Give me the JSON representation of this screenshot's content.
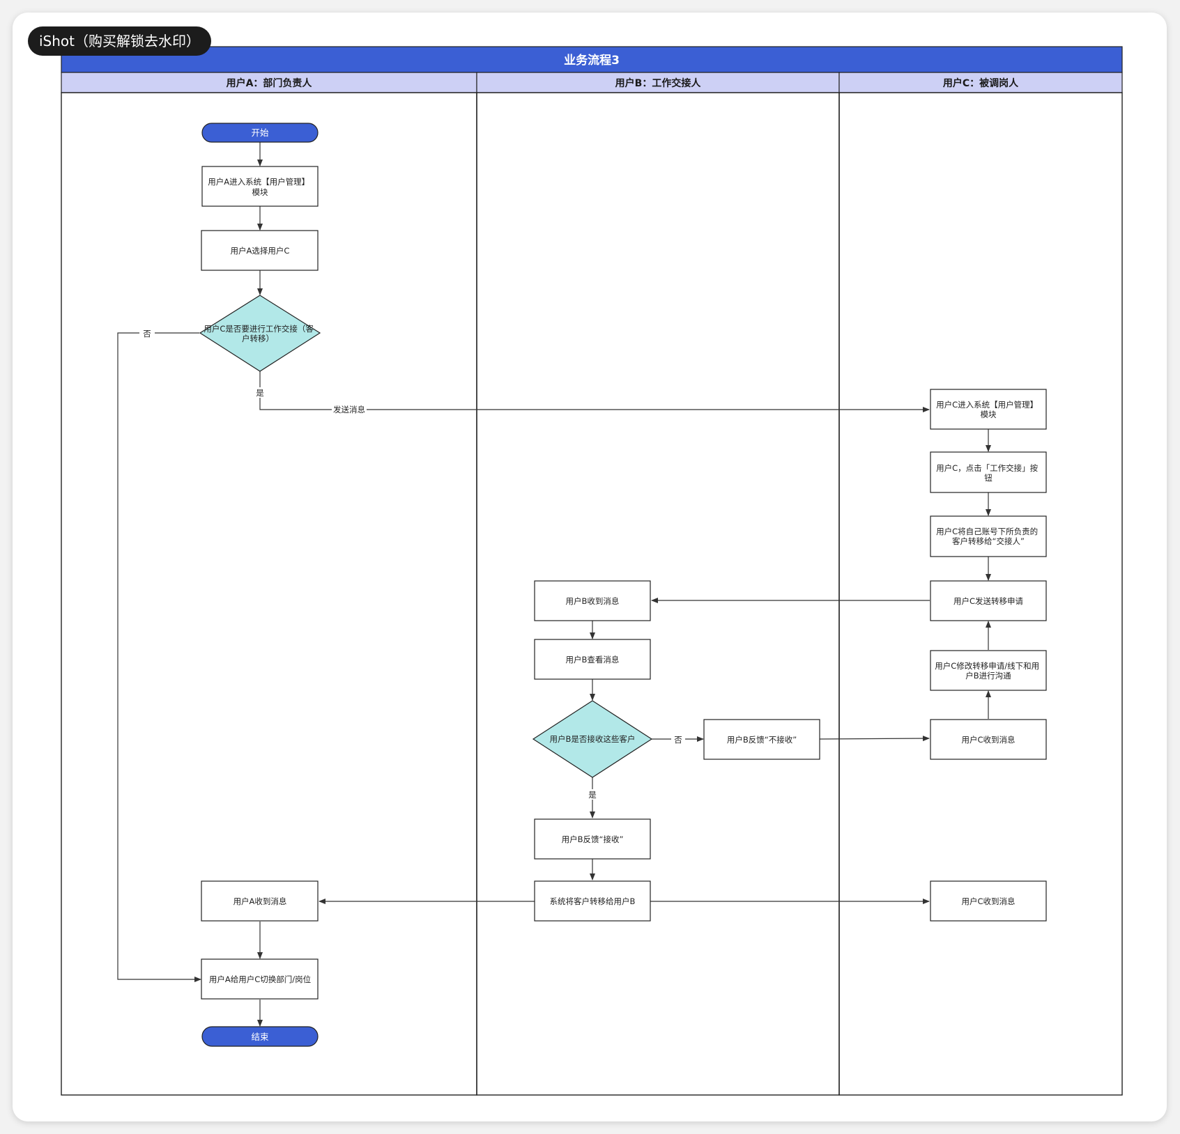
{
  "watermark": "iShot（购买解锁去水印）",
  "diagram": {
    "title": "业务流程3",
    "lanes": [
      "用户A：部门负责人",
      "用户B：工作交接人",
      "用户C：被调岗人"
    ],
    "nodes": {
      "start": "开始",
      "a_enter": [
        "用户A进入系统【用户管理】",
        "模块"
      ],
      "a_select": "用户A选择用户C",
      "a_decision": [
        "用户C是否要进行工作交接（客",
        "户转移）"
      ],
      "a_receive": "用户A收到消息",
      "a_switch": "用户A给用户C切换部门/岗位",
      "end": "结束",
      "b_receive": "用户B收到消息",
      "b_view": "用户B查看消息",
      "b_decision": "用户B是否接收这些客户",
      "b_reject": "用户B反馈“不接收”",
      "b_accept": "用户B反馈“接收”",
      "b_transfer": "系统将客户转移给用户B",
      "c_enter": [
        "用户C进入系统【用户管理】",
        "模块"
      ],
      "c_click": [
        "用户C，点击「工作交接」按",
        "钮"
      ],
      "c_assign": [
        "用户C将自己账号下所负责的",
        "客户转移给“交接人”"
      ],
      "c_send": "用户C发送转移申请",
      "c_modify": [
        "用户C修改转移申请/线下和用",
        "户B进行沟通"
      ],
      "c_receive1": "用户C收到消息",
      "c_receive2": "用户C收到消息"
    },
    "edge_labels": {
      "no_a": "否",
      "yes_a": "是",
      "send_msg": "发送消息",
      "no_b": "否",
      "yes_b": "是"
    },
    "colors": {
      "title_bar": "#3b5fd4",
      "lane_header": "#cdd0f5",
      "terminal": "#3b5fd4",
      "decision": "#b2e8e8",
      "line": "#333333"
    }
  }
}
